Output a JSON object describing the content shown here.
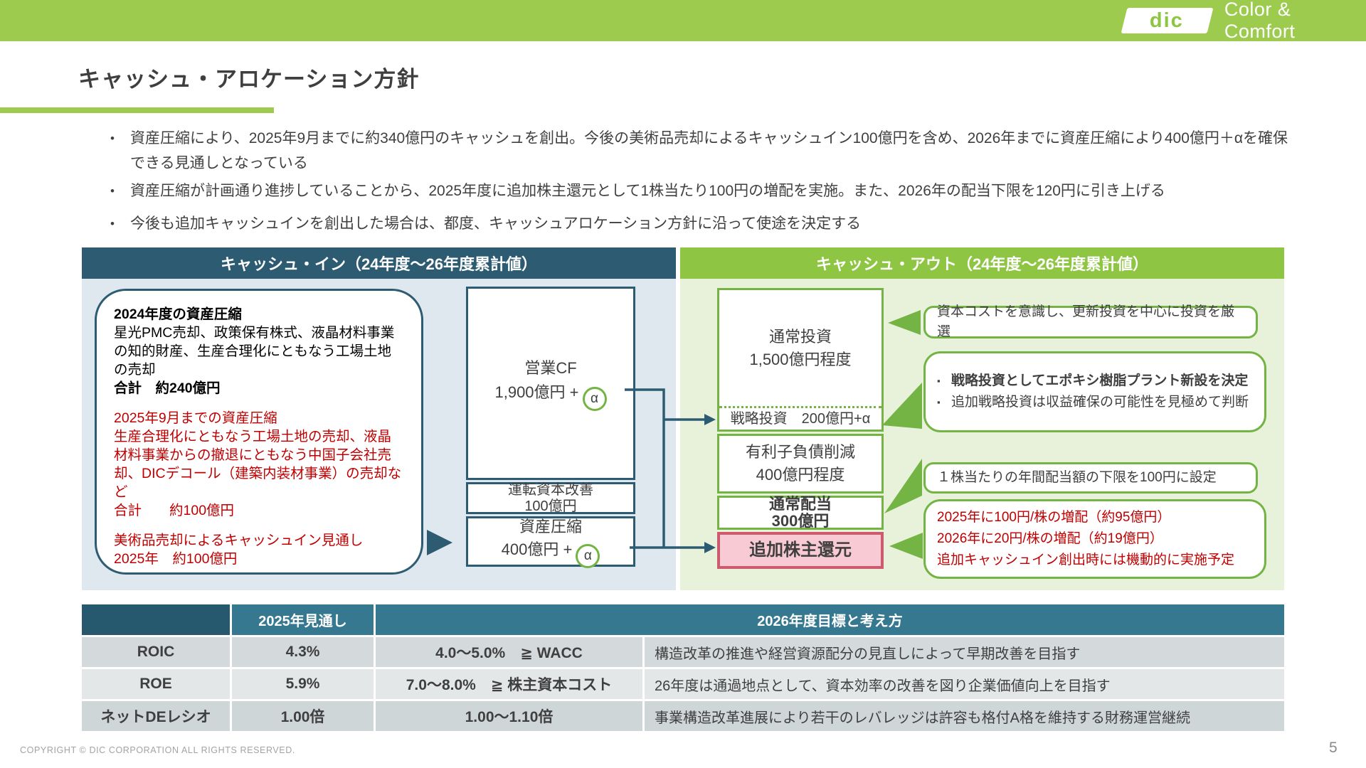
{
  "brand": {
    "logo_text": "dic",
    "tagline": "Color & Comfort"
  },
  "title": "キャッシュ・アロケーション方針",
  "bullet_marker": "•",
  "bullets": [
    "資産圧縮により、2025年9月までに約340億円のキャッシュを創出。今後の美術品売却によるキャッシュイン100億円を含め、2026年までに資産圧縮により400億円＋αを確保できる見通しとなっている",
    "資産圧縮が計画通り進捗していることから、2025年度に追加株主還元として1株当たり100円の増配を実施。また、2026年の配当下限を120円に引き上げる",
    "今後も追加キャッシュインを創出した場合は、都度、キャッシュアロケーション方針に沿って使途を決定する"
  ],
  "cash_in": {
    "header": "キャッシュ・イン（24年度～26年度累計値）",
    "note_box": {
      "title_2024": "2024年度の資産圧縮",
      "body_2024": "星光PMC売却、政策保有株式、液晶材料事業の知的財産、生産合理化にともなう工場土地の売却",
      "total_2024": "合計　約240億円",
      "title_2025": "2025年9月までの資産圧縮",
      "body_2025": "生産合理化にともなう工場土地の売却、液晶材料事業からの撤退にともなう中国子会社売却、DICデコール（建築内装材事業）の売却など",
      "total_2025": "合計　　約100億円",
      "art_line1": "美術品売却によるキャッシュイン見通し",
      "art_line2": "2025年　約100億円"
    },
    "boxes": {
      "operating_cf": {
        "line1": "営業CF",
        "line2": "1,900億円 +",
        "alpha": "α"
      },
      "working_capital": {
        "line1": "運転資本改善",
        "line2": "100億円"
      },
      "asset_compression": {
        "line1": "資産圧縮",
        "line2": "400億円 +",
        "alpha": "α"
      }
    }
  },
  "cash_out": {
    "header": "キャッシュ・アウト（24年度～26年度累計値）",
    "boxes": {
      "normal_investment": {
        "line1": "通常投資",
        "line2": "1,500億円程度"
      },
      "strategic_investment": "戦略投資　200億円+α",
      "debt_reduction": {
        "line1": "有利子負債削減",
        "line2": "400億円程度"
      },
      "normal_dividend": {
        "line1": "通常配当",
        "line2": "300億円"
      },
      "additional_return": "追加株主還元"
    },
    "callouts": {
      "c1": "資本コストを意識し、更新投資を中心に投資を厳選",
      "c2_marker": "▪",
      "c2_items": [
        "戦略投資としてエポキシ樹脂プラント新設を決定",
        "追加戦略投資は収益確保の可能性を見極めて判断"
      ],
      "c3": "１株当たりの年間配当額の下限を100円に設定",
      "c4_lines": [
        "2025年に100円/株の増配（約95億円）",
        "2026年に20円/株の増配（約19億円）",
        "追加キャッシュイン創出時には機動的に実施予定"
      ]
    }
  },
  "table": {
    "header": {
      "outlook": "2025年見通し",
      "target": "2026年度目標と考え方"
    },
    "rows": [
      {
        "metric": "ROIC",
        "outlook": "4.3%",
        "target": "4.0～5.0%　≧ WACC",
        "note": "構造改革の推進や経営資源配分の見直しによって早期改善を目指す"
      },
      {
        "metric": "ROE",
        "outlook": "5.9%",
        "target": "7.0～8.0%　≧ 株主資本コスト",
        "note": "26年度は通過地点として、資本効率の改善を図り企業価値向上を目指す"
      },
      {
        "metric": "ネットDEレシオ",
        "outlook": "1.00倍",
        "target": "1.00～1.10倍",
        "note": "事業構造改革進展により若干のレバレッジは許容も格付A格を維持する財務運営継続"
      }
    ]
  },
  "footer": {
    "copyright": "COPYRIGHT © DIC CORPORATION ALL RIGHTS RESERVED.",
    "page": "5"
  },
  "colors": {
    "brand_green": "#9CCB4E",
    "panel_green": "#8EC643",
    "callout_green": "#74B445",
    "teal_dark": "#2D5C72",
    "table_teal": "#35788F",
    "table_teal_dark": "#27596E",
    "red_text": "#C00000",
    "pink_bg": "#F8CBD4",
    "pink_border": "#CE5A6E",
    "panel_in_bg": "#DEE8EE",
    "panel_out_bg": "#E8F2DB"
  }
}
